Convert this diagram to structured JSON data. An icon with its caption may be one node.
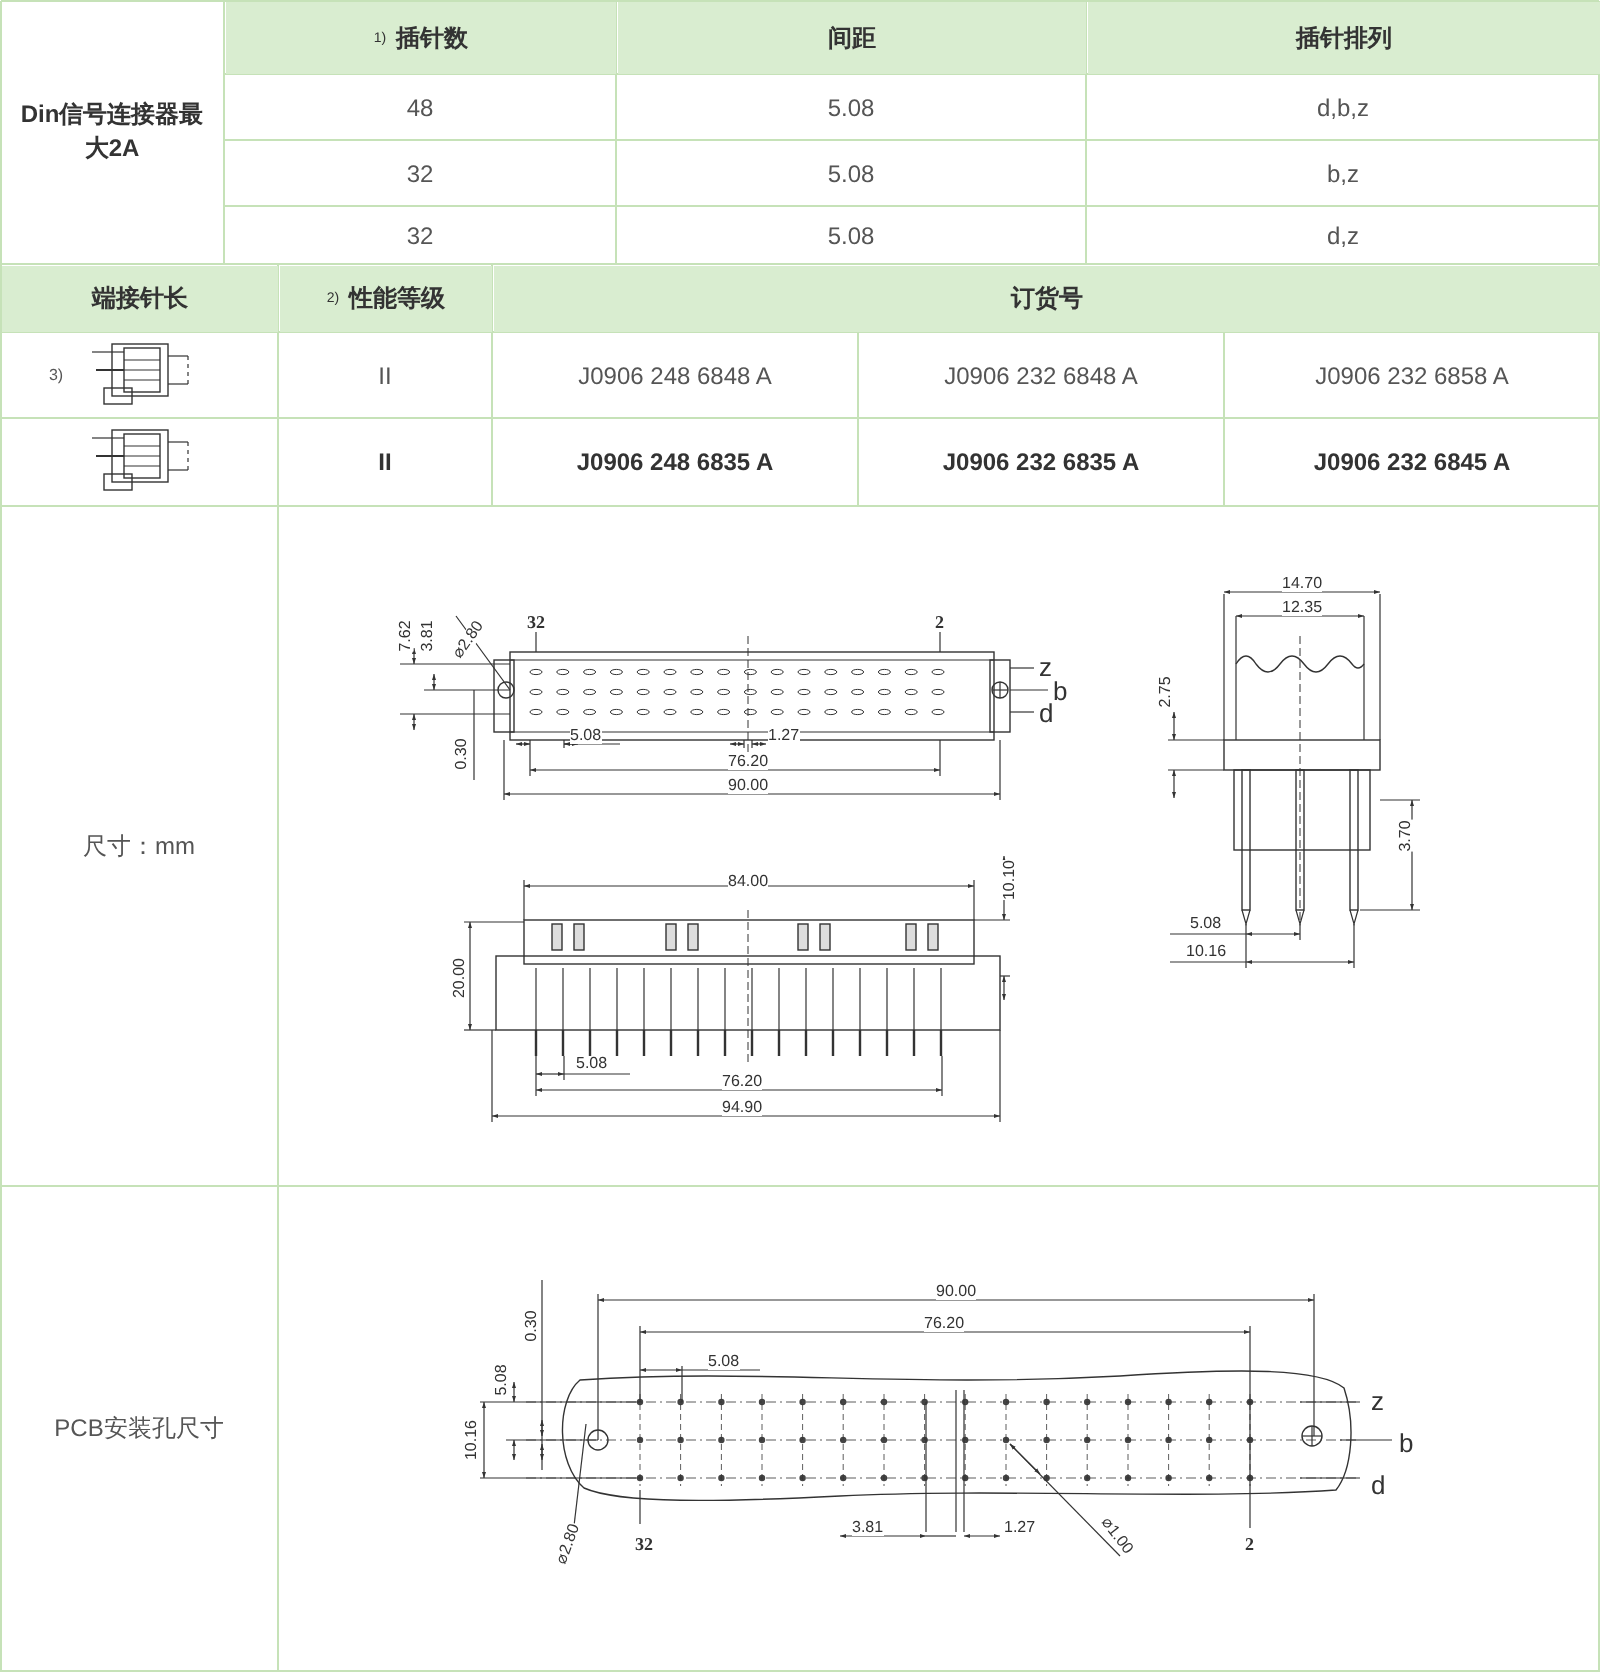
{
  "diagram": {
    "labels": [
      "Din信号连接器最大2A",
      "$^{1)}$ 插针数",
      "间距",
      "插针排列",
      "48",
      "5.08",
      "d,b,z",
      "32",
      "5.08",
      "b,z",
      "32",
      "5.08",
      "d,z",
      "端接针长",
      "$^{2)}$ 性能等级",
      "订货号",
      "3)",
      "II",
      "J0906 248 6848 A",
      "J0906 232 6848 A",
      "J0906 232 6858 A",
      "II",
      "J0906 248 6835 A",
      "J0906 232 6835 A",
      "J0906 232 6845 A",
      "尺寸：mm",
      "7.62",
      "3.81",
      "⌀2.80",
      "32",
      "2",
      "z",
      "b",
      "d",
      "0.30",
      "5.08",
      "1.27",
      "76.20",
      "90.00",
      "14.70",
      "12.35",
      "2.75",
      "3.70",
      "5.08",
      "10.16",
      "84.00",
      "10.10",
      "20.00",
      "5.08",
      "76.20",
      "94.90",
      "PCB安装孔尺寸",
      "0.30",
      "90.00",
      "76.20",
      "5.08",
      "5.08",
      "10.16",
      "z",
      "b",
      "d",
      "⌀2.80",
      "32",
      "3.81",
      "1.27",
      "⌀1.00",
      "2"
    ]
  }
}
